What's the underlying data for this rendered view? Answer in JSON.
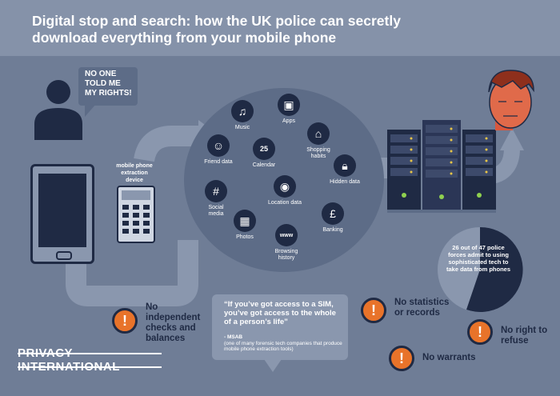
{
  "header": {
    "title": "Digital stop and search: how the UK police can secretly download everything from your mobile phone"
  },
  "speech": {
    "text_lines": [
      "NO ONE",
      "TOLD ME",
      "MY RIGHTS!"
    ]
  },
  "device": {
    "label_lines": [
      "mobile phone",
      "extraction",
      "device"
    ]
  },
  "apps": {
    "music": "Music",
    "apps": "Apps",
    "shopping": "Shopping habits",
    "friend": "Friend data",
    "calendar": "Calendar",
    "hidden": "Hidden data",
    "social": "Social media",
    "location": "Location data",
    "banking": "Banking",
    "photos": "Photos",
    "browsing": "Browsing history",
    "calendar_day": "25"
  },
  "stat": {
    "text": "26 out of 47 police forces admit to using sophisticated tech to take data from phones",
    "fraction": 0.553
  },
  "warnings": {
    "independent": "No independent checks and balances",
    "statistics": "No statistics or records",
    "refuse": "No right to refuse",
    "warrants": "No warrants"
  },
  "quote": {
    "text": "“If you’ve got access to a SIM, you’ve got access to the whole of a person’s life”",
    "source_name": "- MSAB",
    "source_desc": "(one of many forensic tech companies that produce mobile phone extraction tools)"
  },
  "logo": {
    "line1": "PRIVACY",
    "line2": "INTERNATIONAL"
  },
  "colors": {
    "background": "#6f7d96",
    "header": "#8592a9",
    "navy": "#1f2a44",
    "warning": "#e8732a",
    "face": "#e06a4a",
    "hair": "#8e2f1c"
  }
}
